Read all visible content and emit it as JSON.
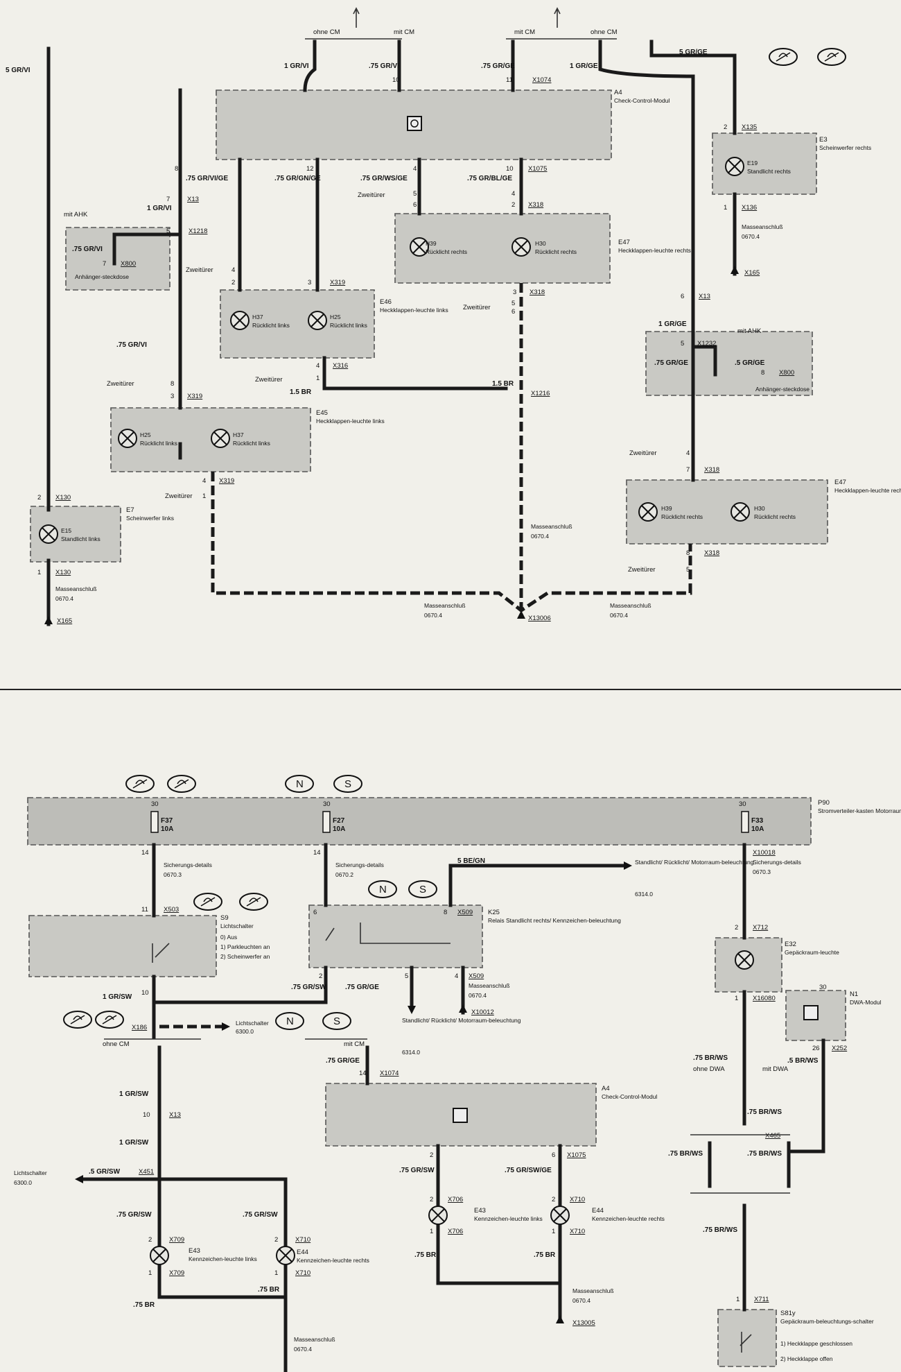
{
  "upper": {
    "branches": {
      "without_cm": "ohne CM",
      "with_cm": "mit CM",
      "with_trailer": "mit AHK",
      "two_door": "Zweitürer"
    },
    "wires": {
      "w1": "5 GR/VI",
      "w2": "1 GR/VI",
      "w3": ".75 GR/VI",
      "w4": ".75 GR/GE",
      "w5": "1 GR/GE",
      "w6": "5 GR/GE",
      "w7": ".75 GR/VI/GE",
      "w8": ".75 GR/GN/GE",
      "w9": ".75 GR/WS/GE",
      "w10": ".75 GR/BL/GE",
      "w11": "1 GR/VI",
      "w12": ".75 GR/VI",
      "w13": ".75 GR/VI",
      "w14": "1.5 BR",
      "w15": "1.5 BR",
      "w16": "1 GR/GE",
      "w17": ".75 GR/GE",
      "w18": ".5 GR/GE"
    },
    "connectors": {
      "x1074": "X1074",
      "x1075": "X1075",
      "x13a": "X13",
      "x13b": "X13",
      "x1218": "X1218",
      "x800a": "X800",
      "x800b": "X800",
      "x319a": "X319",
      "x319b": "X319",
      "x319c": "X319",
      "x318a": "X318",
      "x318b": "X318",
      "x318c": "X318",
      "x318d": "X318",
      "x316": "X316",
      "x1216": "X1216",
      "x130a": "X130",
      "x130b": "X130",
      "x165a": "X165",
      "x165b": "X165",
      "x135": "X135",
      "x136": "X136",
      "x1232": "X1232",
      "x13006": "X13006"
    },
    "components": {
      "a4": {
        "id": "A4",
        "name": "Check-Control-Modul"
      },
      "e3": {
        "id": "E3",
        "name": "Scheinwerfer rechts"
      },
      "e19": {
        "id": "E19",
        "name": "Standlicht rechts"
      },
      "e7": {
        "id": "E7",
        "name": "Scheinwerfer links"
      },
      "e15": {
        "id": "E15",
        "name": "Standlicht links"
      },
      "e45": {
        "id": "E45",
        "name": "Heckklappen-leuchte links"
      },
      "e46": {
        "id": "E46",
        "name": "Heckklappen-leuchte links"
      },
      "e47a": {
        "id": "E47",
        "name": "Heckklappen-leuchte rechts"
      },
      "e47b": {
        "id": "E47",
        "name": "Heckklappen-leuchte rechts"
      },
      "h25": {
        "id": "H25",
        "name": "Rücklicht links"
      },
      "h37": {
        "id": "H37",
        "name": "Rücklicht links"
      },
      "h39": {
        "id": "H39",
        "name": "Rücklicht rechts"
      },
      "h30": {
        "id": "H30",
        "name": "Rücklicht rechts"
      },
      "socket": {
        "name": "Anhänger-steckdose"
      }
    },
    "ground": {
      "label": "Masseanschluß",
      "ref": "0670.4"
    }
  },
  "lower": {
    "ovals": [
      "N",
      "S"
    ],
    "fuses": {
      "f37a": {
        "id": "F37",
        "rating": "10A",
        "pin_in": "30",
        "pin_out": "14"
      },
      "f27": {
        "id": "F27",
        "rating": "10A",
        "pin_in": "30",
        "pin_out": "14"
      },
      "f33": {
        "id": "F33",
        "rating": "10A",
        "pin_in": "30"
      }
    },
    "p90": {
      "id": "P90",
      "name": "Stromverteiler-kasten Motorraum"
    },
    "fuse_details": {
      "label": "Sicherungs-details",
      "ref1": "0670.3",
      "ref2": "0670.2",
      "ref3": "0670.3"
    },
    "s9": {
      "id": "S9",
      "name": "Lichtschalter",
      "pos0": "0) Aus",
      "pos1": "1) Parkleuchten an",
      "pos2": "2) Scheinwerfer an"
    },
    "k25": {
      "id": "K25",
      "name": "Relais Standlicht rechts/ Kennzeichen-beleuchtung"
    },
    "e32": {
      "id": "E32",
      "name": "Gepäckraum-leuchte"
    },
    "n1": {
      "id": "N1",
      "name": "DWA-Modul"
    },
    "a4": {
      "id": "A4",
      "name": "Check-Control-Modul"
    },
    "e43a": {
      "id": "E43",
      "name": "Kennzeichen-leuchte links"
    },
    "e44a": {
      "id": "E44",
      "name": "Kennzeichen-leuchte rechts"
    },
    "e43b": {
      "id": "E43",
      "name": "Kennzeichen-leuchte links"
    },
    "e44b": {
      "id": "E44",
      "name": "Kennzeichen-leuchte rechts"
    },
    "s81": {
      "id": "S81y",
      "name": "Gepäckraum-beleuchtungs-schalter",
      "pos1": "1) Heckklappe geschlossen",
      "pos2": "2) Heckklappe offen"
    },
    "refs": {
      "stand1": "Standlicht/ Rücklicht/ Motorraum-beleuchtung",
      "stand1_ref": "6314.0",
      "stand2": "Standlicht/ Rücklicht/ Motorraum-beleuchtung",
      "stand2_ref": "6314.0",
      "lswitch1": "Lichtschalter",
      "lswitch1_ref": "6300.0",
      "lswitch2": "Lichtschalter",
      "lswitch2_ref": "6300.0"
    },
    "branches": {
      "without_cm": "ohne CM",
      "with_cm": "mit CM",
      "without_dwa": "ohne DWA",
      "with_dwa": "mit DWA"
    },
    "wires": {
      "l1": "5 BE/GN",
      "l2": "1 GR/SW",
      "l3": ".75 GR/SW",
      "l4": ".75 GR/GE",
      "l5": ".75 GR/GE",
      "l6": "1 GR/SW",
      "l7": "1 GR/SW",
      "l8": ".5 GR/SW",
      "l9": ".75 GR/SW",
      "l10": ".75 GR/SW",
      "l11": ".75 BR",
      "l12": ".75 BR",
      "l13": ".75 GR/SW",
      "l14": ".75 GR/SW/GE",
      "l15": ".75 BR",
      "l16": ".75 BR",
      "l17": ".75 BR/WS",
      "l18": ".5 BR/WS",
      "l19": ".75 BR/WS",
      "l20": ".75 BR/WS",
      "l21": ".75 BR/WS",
      "l22": ".75 BR/WS"
    },
    "connectors": {
      "x503": "X503",
      "x509a": "X509",
      "x509b": "X509",
      "x10012": "X10012",
      "x186": "X186",
      "x1074": "X1074",
      "x13": "X13",
      "x451": "X451",
      "x1075": "X1075",
      "x709a": "X709",
      "x709b": "X709",
      "x710a": "X710",
      "x710b": "X710",
      "x706a": "X706",
      "x706b": "X706",
      "x710c": "X710",
      "x710d": "X710",
      "x13005": "X13005",
      "x10018": "X10018",
      "x712": "X712",
      "x16080": "X16080",
      "x252": "X252",
      "x465": "X465",
      "x711": "X711"
    },
    "ground": {
      "label": "Masseanschluß",
      "ref": "0670.4"
    }
  }
}
